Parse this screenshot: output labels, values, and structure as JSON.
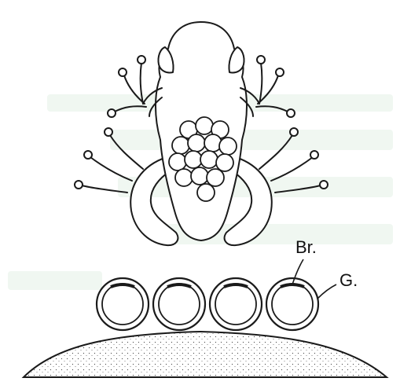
{
  "figure": {
    "labels": {
      "br": "Br.",
      "g": "G."
    },
    "egg_mass_count": 15,
    "attached_egg_count": 4,
    "colors": {
      "ink": "#1a1a1a",
      "background": "#ffffff",
      "faint_text": "#eef6ef"
    }
  }
}
